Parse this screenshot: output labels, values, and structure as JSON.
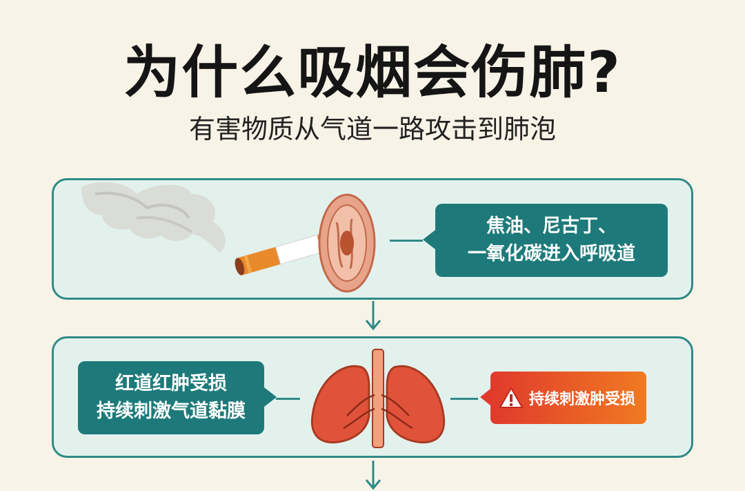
{
  "header": {
    "title": "为什么吸烟会伤肺?",
    "subtitle": "有害物质从气道一路攻击到肺泡"
  },
  "step1": {
    "text_line1": "焦油、尼古丁、",
    "text_line2": "一氧化碳进入呼吸道"
  },
  "step2": {
    "left_line1": "红道红肿受损",
    "left_line2": "持续刺激气道黏膜",
    "warning_text": "持续刺激肿受损"
  },
  "icons": [
    "smoke-icon",
    "cigarette-icon",
    "airway-cross-section-icon",
    "lungs-icon",
    "warning-icon",
    "arrow-down-icon"
  ],
  "colors": {
    "background": "#f8f3e7",
    "panel_bg": "#e3f1ed",
    "panel_border": "#2f8a87",
    "teal_box": "#1e7a7a",
    "warning_start": "#e03a2c",
    "warning_end": "#f07a22",
    "lung": "#e0533a"
  }
}
